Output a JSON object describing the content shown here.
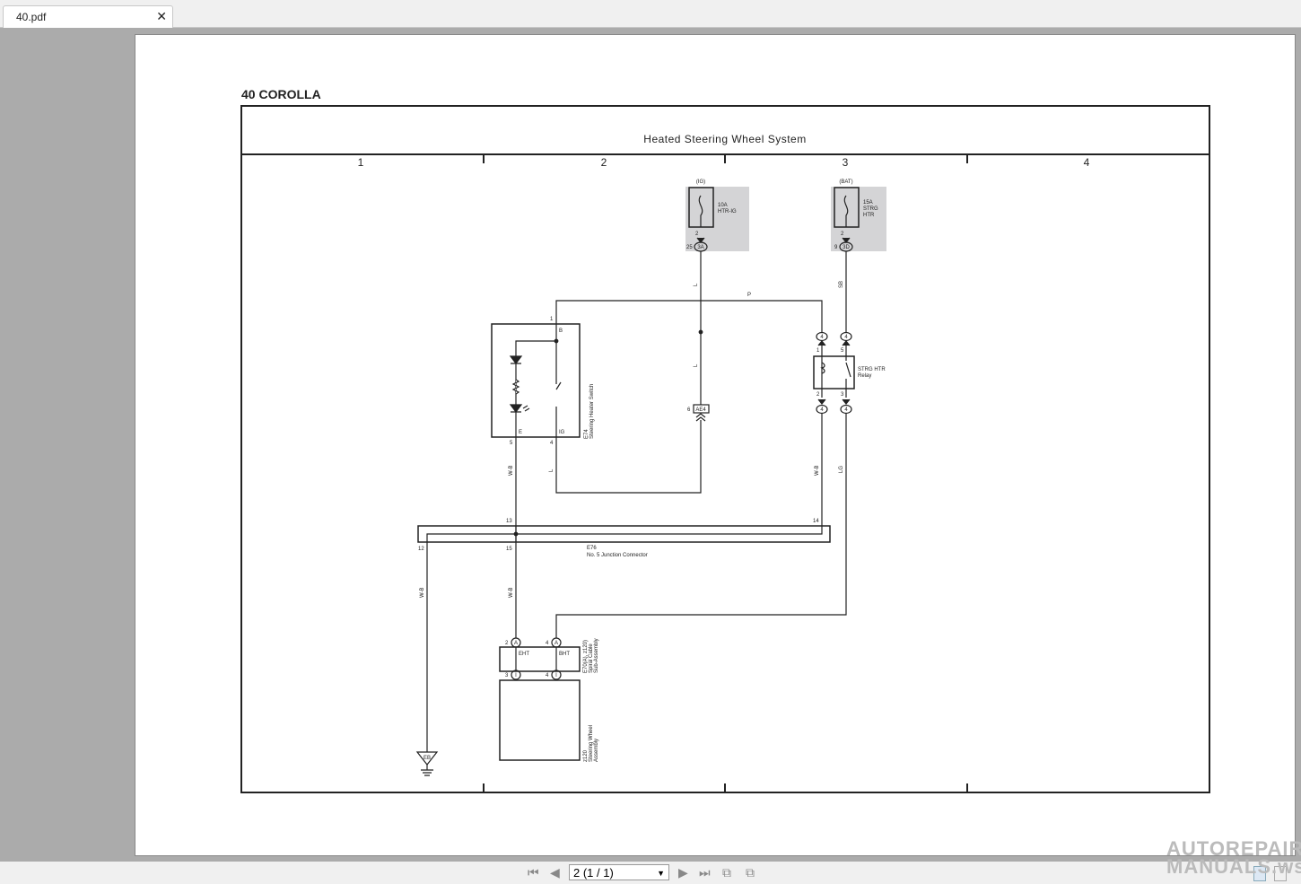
{
  "tab": {
    "title": "40.pdf",
    "close_icon": "close-icon"
  },
  "doc": {
    "page_heading": "40  COROLLA",
    "system_title": "Heated Steering Wheel System",
    "columns": [
      "1",
      "2",
      "3",
      "4"
    ],
    "fuse_ig": {
      "source": "(IG)",
      "rating": "10A",
      "name": "HTR-IG",
      "pin": "2",
      "connector": "3A",
      "conn_pin": "25"
    },
    "fuse_bat": {
      "source": "(BAT)",
      "rating": "15A",
      "name1": "STRG",
      "name2": "HTR",
      "pin": "2",
      "connector": "3D",
      "conn_pin": "9"
    },
    "wires": {
      "L": "L",
      "P": "P",
      "SB": "SB",
      "WB": "W-B",
      "LG": "LG"
    },
    "ae4": {
      "label": "AE4",
      "pin": "6"
    },
    "relay": {
      "name1": "STRG HTR",
      "name2": "Relay",
      "pins": [
        "1",
        "5",
        "2",
        "3"
      ],
      "connector": "4"
    },
    "switch": {
      "code": "E74",
      "name": "Steering Heater Switch",
      "pin_top": "1",
      "pin_b": "B",
      "term_e": "E",
      "term_ig": "IG",
      "pin5": "5",
      "pin4": "4"
    },
    "junction": {
      "code": "E76",
      "name": "No.  5 Junction Connector",
      "pins": [
        "13",
        "14",
        "12",
        "15"
      ]
    },
    "ground": {
      "label": "EB"
    },
    "spiral": {
      "code": "E70(A), z120)",
      "name1": "Spiral Cable",
      "name2": "Sub-Assembly",
      "conn": "A",
      "conn2": "I",
      "pins_top": [
        "2",
        "4"
      ],
      "pins_bottom": [
        "3",
        "4"
      ],
      "eht": "EHT",
      "bht": "BHT"
    },
    "wheel": {
      "code": "z120",
      "name1": "Steering Wheel",
      "name2": "Assembly"
    }
  },
  "toolbar": {
    "page_value": "2 (1 / 1)",
    "icons": [
      "first-page-icon",
      "prev-page-icon",
      "next-page-icon",
      "last-page-icon",
      "prev-view-icon",
      "next-view-icon",
      "single-page-icon",
      "continuous-icon"
    ]
  },
  "watermark": "AUTOREPAIR MANUALS.ws",
  "colors": {
    "fuse_box": "#d4d4d6",
    "line": "#222222",
    "viewer_bg": "#ababab"
  }
}
